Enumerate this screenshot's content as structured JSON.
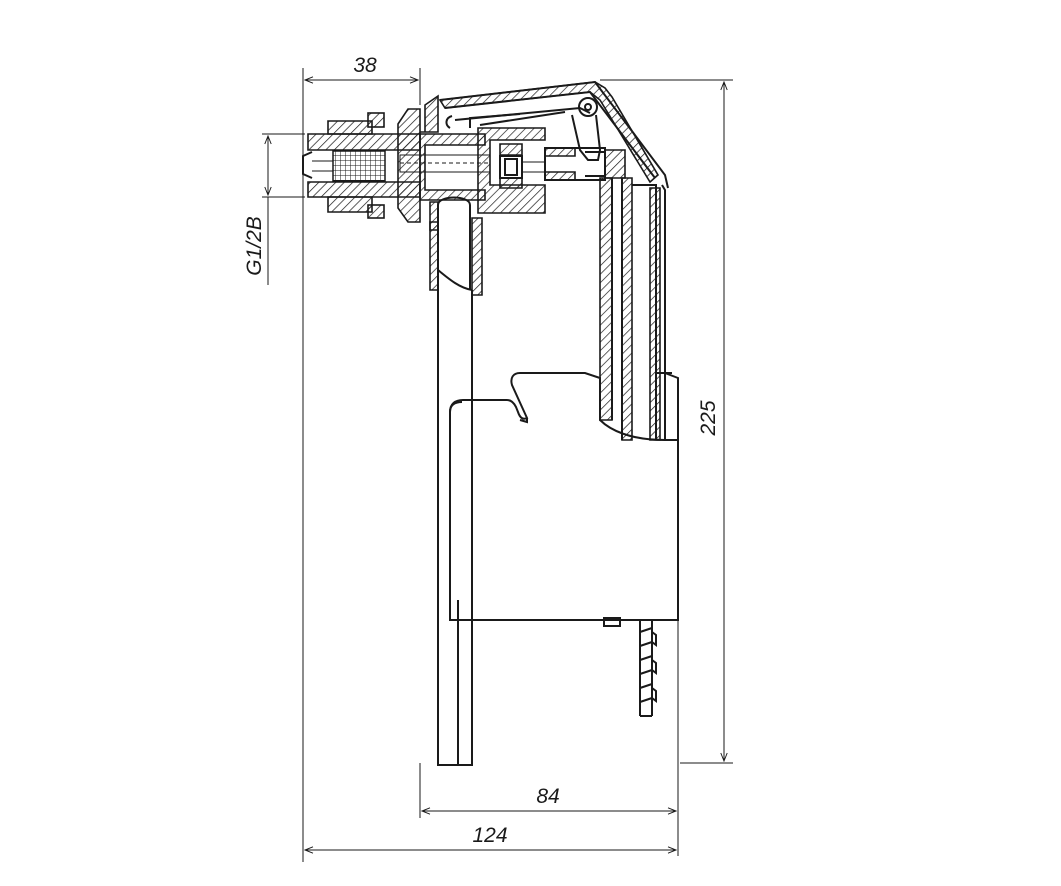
{
  "drawing": {
    "subject": "float valve (side inlet) cross-section",
    "dimensions": {
      "inlet_offset": "38",
      "thread": "G1/2B",
      "height": "225",
      "float_width": "84",
      "overall_width": "124"
    },
    "colors": {
      "line": "#1a1a1a",
      "background": "#ffffff"
    }
  }
}
